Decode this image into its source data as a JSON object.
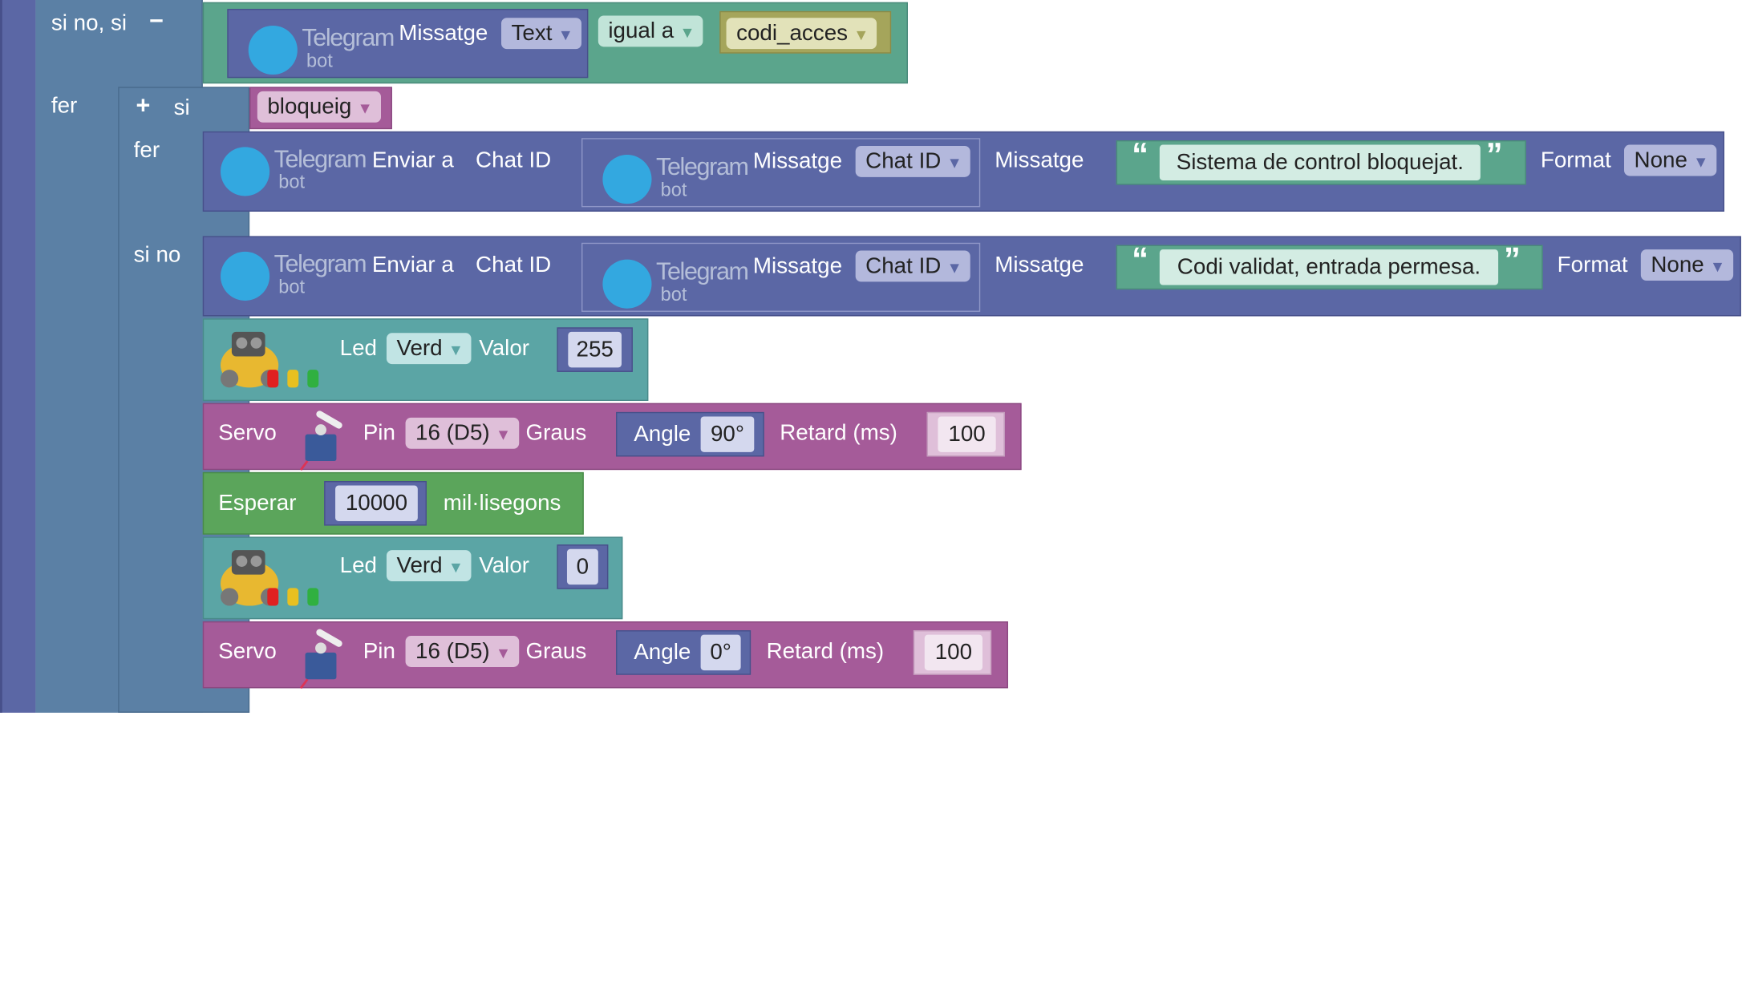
{
  "elseif_block": {
    "label": "si no, si",
    "minus": "−",
    "telegram_word": "Telegram",
    "telegram_bot": "bot",
    "message_label": "Missatge",
    "message_field": "Text",
    "compare_op": "igual a",
    "variable": "codi_acces"
  },
  "outer_do_label": "fer",
  "inner_if": {
    "plus": "+",
    "label": "si",
    "variable": "bloqueig",
    "do_label": "fer",
    "else_label": "si no"
  },
  "send1": {
    "label": "Enviar a",
    "chat_id_label": "Chat ID",
    "telegram_word": "Telegram",
    "telegram_bot": "bot",
    "nested_message_label": "Missatge",
    "nested_field": "Chat ID",
    "message_label": "Missatge",
    "quote_open": "“",
    "quote_close": "”",
    "text": "Sistema de control bloquejat.",
    "format_label": "Format",
    "format_value": "None"
  },
  "send2": {
    "label": "Enviar a",
    "chat_id_label": "Chat ID",
    "telegram_word": "Telegram",
    "telegram_bot": "bot",
    "nested_message_label": "Missatge",
    "nested_field": "Chat ID",
    "message_label": "Missatge",
    "quote_open": "“",
    "quote_close": "”",
    "text": "Codi validat, entrada permesa.",
    "format_label": "Format",
    "format_value": "None"
  },
  "led1": {
    "label": "Led",
    "color": "Verd",
    "value_label": "Valor",
    "value": "255"
  },
  "servo1": {
    "label": "Servo",
    "pin_label": "Pin",
    "pin": "16 (D5)",
    "degrees_label": "Graus",
    "angle_label": "Angle",
    "angle": "90°",
    "delay_label": "Retard (ms)",
    "delay": "100"
  },
  "wait": {
    "label": "Esperar",
    "value": "10000",
    "unit": "mil·lisegons"
  },
  "led2": {
    "label": "Led",
    "color": "Verd",
    "value_label": "Valor",
    "value": "0"
  },
  "servo2": {
    "label": "Servo",
    "pin_label": "Pin",
    "pin": "16 (D5)",
    "degrees_label": "Graus",
    "angle_label": "Angle",
    "angle": "0°",
    "delay_label": "Retard (ms)",
    "delay": "100"
  },
  "colors": {
    "logic": "#5b80a5",
    "telegram": "#5b67a5",
    "compare": "#5ba58c",
    "text": "#5ba58c",
    "variable": "#a55b99",
    "led": "#5ba5a5",
    "servo": "#a55b99",
    "wait": "#5ba55b",
    "math": "#5b67a5",
    "outer": "#5b67a5"
  }
}
